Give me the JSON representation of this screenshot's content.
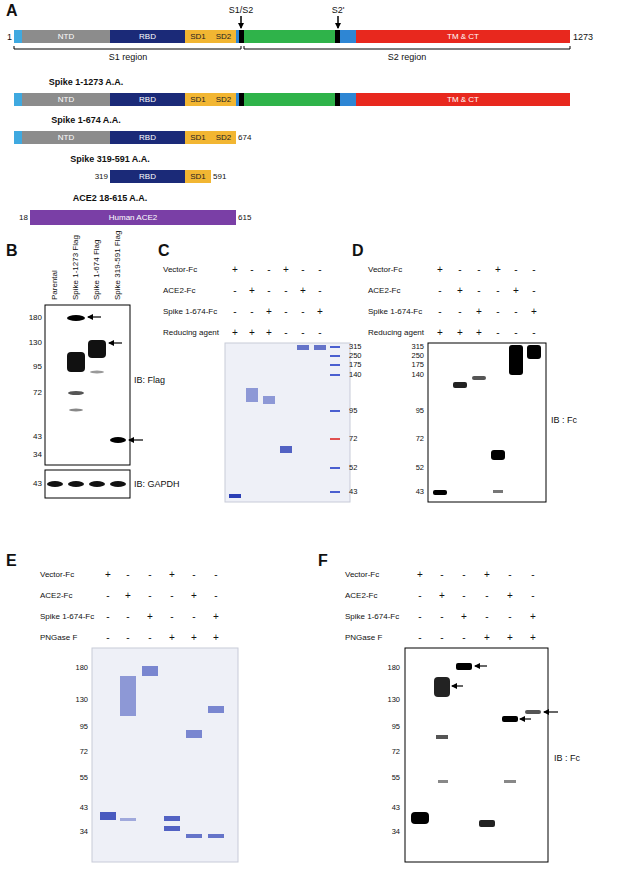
{
  "diagram": {
    "nodes": [
      {
        "text": [
          "NTD"
        ]
      },
      {
        "text": [
          "RBD"
        ]
      },
      {
        "text": [
          "SD1"
        ]
      },
      {
        "text": [
          "SD2"
        ]
      },
      {
        "text": [
          "TM & CT"
        ]
      },
      {
        "text": [
          "NTD"
        ]
      },
      {
        "text": [
          "RBD"
        ]
      },
      {
        "text": [
          "SD1"
        ]
      },
      {
        "text": [
          "SD2"
        ]
      },
      {
        "text": [
          "TM & CT"
        ]
      },
      {
        "text": [
          "NTD"
        ]
      },
      {
        "text": [
          "RBD"
        ]
      },
      {
        "text": [
          "SD1"
        ]
      },
      {
        "text": [
          "SD2"
        ]
      },
      {
        "text": [
          "RBD"
        ]
      },
      {
        "text": [
          "SD1"
        ]
      },
      {
        "text": [
          "Human ACE2"
        ]
      }
    ],
    "labels": [
      "A",
      "S1/S2",
      "S2'",
      "1",
      "1273",
      "S1 region",
      "S2 region",
      "Spike 1-1273 A.A.",
      "Spike 1-674 A.A.",
      "674",
      "Spike 319-591 A.A.",
      "319",
      "591",
      "ACE2 18-615 A.A.",
      "18",
      "615",
      "B",
      "Parental",
      "Spike 1-1273 Flag",
      "Spike 1-674 Flag",
      "Spike 319-591 Flag",
      "180",
      "130",
      "95",
      "72",
      "43",
      "34",
      "IB: Flag",
      "43",
      "IB: GAPDH",
      "C",
      "Vector-Fc",
      "ACE2-Fc",
      "Spike 1-674-Fc",
      "Reducing agent",
      "+",
      "-",
      "-",
      "+",
      "-",
      "-",
      "-",
      "+",
      "-",
      "-",
      "+",
      "-",
      "-",
      "-",
      "+",
      "-",
      "-",
      "+",
      "+",
      "+",
      "+",
      "-",
      "-",
      "-",
      "315",
      "250",
      "175",
      "140",
      "95",
      "72",
      "52",
      "43",
      "D",
      "Vector-Fc",
      "ACE2-Fc",
      "Spike 1-674-Fc",
      "Reducing agent",
      "+",
      "-",
      "-",
      "+",
      "-",
      "-",
      "-",
      "+",
      "-",
      "-",
      "+",
      "-",
      "-",
      "-",
      "+",
      "-",
      "-",
      "+",
      "+",
      "+",
      "+",
      "-",
      "-",
      "-",
      "315",
      "250",
      "175",
      "140",
      "95",
      "72",
      "52",
      "43",
      "IB : Fc",
      "E",
      "Vector-Fc",
      "ACE2-Fc",
      "Spike 1-674-Fc",
      "PNGase F",
      "+",
      "-",
      "-",
      "+",
      "-",
      "-",
      "-",
      "+",
      "-",
      "-",
      "+",
      "-",
      "-",
      "-",
      "+",
      "-",
      "-",
      "+",
      "-",
      "-",
      "-",
      "+",
      "+",
      "+",
      "180",
      "130",
      "95",
      "72",
      "55",
      "43",
      "34",
      "F",
      "Vector-Fc",
      "ACE2-Fc",
      "Spike 1-674-Fc",
      "PNGase F",
      "+",
      "-",
      "-",
      "+",
      "-",
      "-",
      "-",
      "+",
      "-",
      "-",
      "+",
      "-",
      "-",
      "-",
      "+",
      "-",
      "-",
      "+",
      "-",
      "-",
      "-",
      "+",
      "+",
      "+",
      "180",
      "130",
      "95",
      "72",
      "55",
      "43",
      "34",
      "IB : Fc"
    ]
  }
}
